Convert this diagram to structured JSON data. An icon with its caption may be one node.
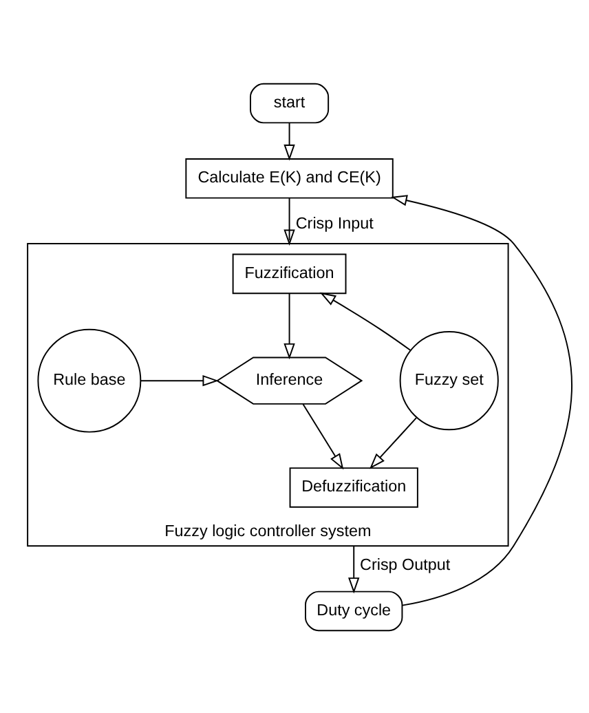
{
  "diagram": {
    "nodes": [
      {
        "text": [
          "start"
        ]
      },
      {
        "text": [
          "Calculate E(K) and CE(K)"
        ]
      },
      {
        "text": [
          "Fuzzy logic controller system"
        ]
      },
      {
        "text": [
          "Fuzzification"
        ],
        "in": 2
      },
      {
        "text": [
          "Rule base"
        ],
        "in": 2
      },
      {
        "text": [
          "Inference"
        ],
        "in": 2
      },
      {
        "text": [
          "Fuzzy set"
        ],
        "in": 2
      },
      {
        "text": [
          "Defuzzification"
        ],
        "in": 2
      },
      {
        "text": [
          "Duty cycle"
        ]
      }
    ],
    "edges": [
      {
        "from": 0,
        "to": 1,
        "arrow": "to"
      },
      {
        "from": 1,
        "to": 2,
        "arrow": "to",
        "label": "Crisp Input"
      },
      {
        "from": 3,
        "to": 5,
        "arrow": "to"
      },
      {
        "from": 4,
        "to": 5,
        "arrow": "to"
      },
      {
        "from": 5,
        "to": 7,
        "arrow": "to"
      },
      {
        "from": 6,
        "to": 3,
        "arrow": "to"
      },
      {
        "from": 6,
        "to": 7,
        "arrow": "to"
      },
      {
        "from": 2,
        "to": 8,
        "arrow": "to",
        "label": "Crisp Output"
      },
      {
        "from": 8,
        "to": 1,
        "arrow": "to"
      }
    ]
  }
}
